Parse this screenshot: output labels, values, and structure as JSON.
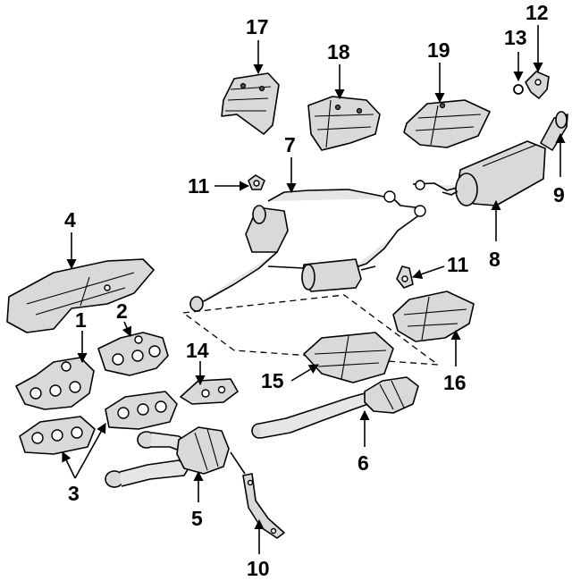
{
  "callouts": {
    "c1": "1",
    "c2": "2",
    "c3": "3",
    "c4": "4",
    "c5": "5",
    "c6": "6",
    "c7": "7",
    "c8": "8",
    "c9": "9",
    "c10": "10",
    "c11a": "11",
    "c11b": "11",
    "c12": "12",
    "c13": "13",
    "c14": "14",
    "c15": "15",
    "c16": "16",
    "c17": "17",
    "c18": "18",
    "c19": "19"
  }
}
